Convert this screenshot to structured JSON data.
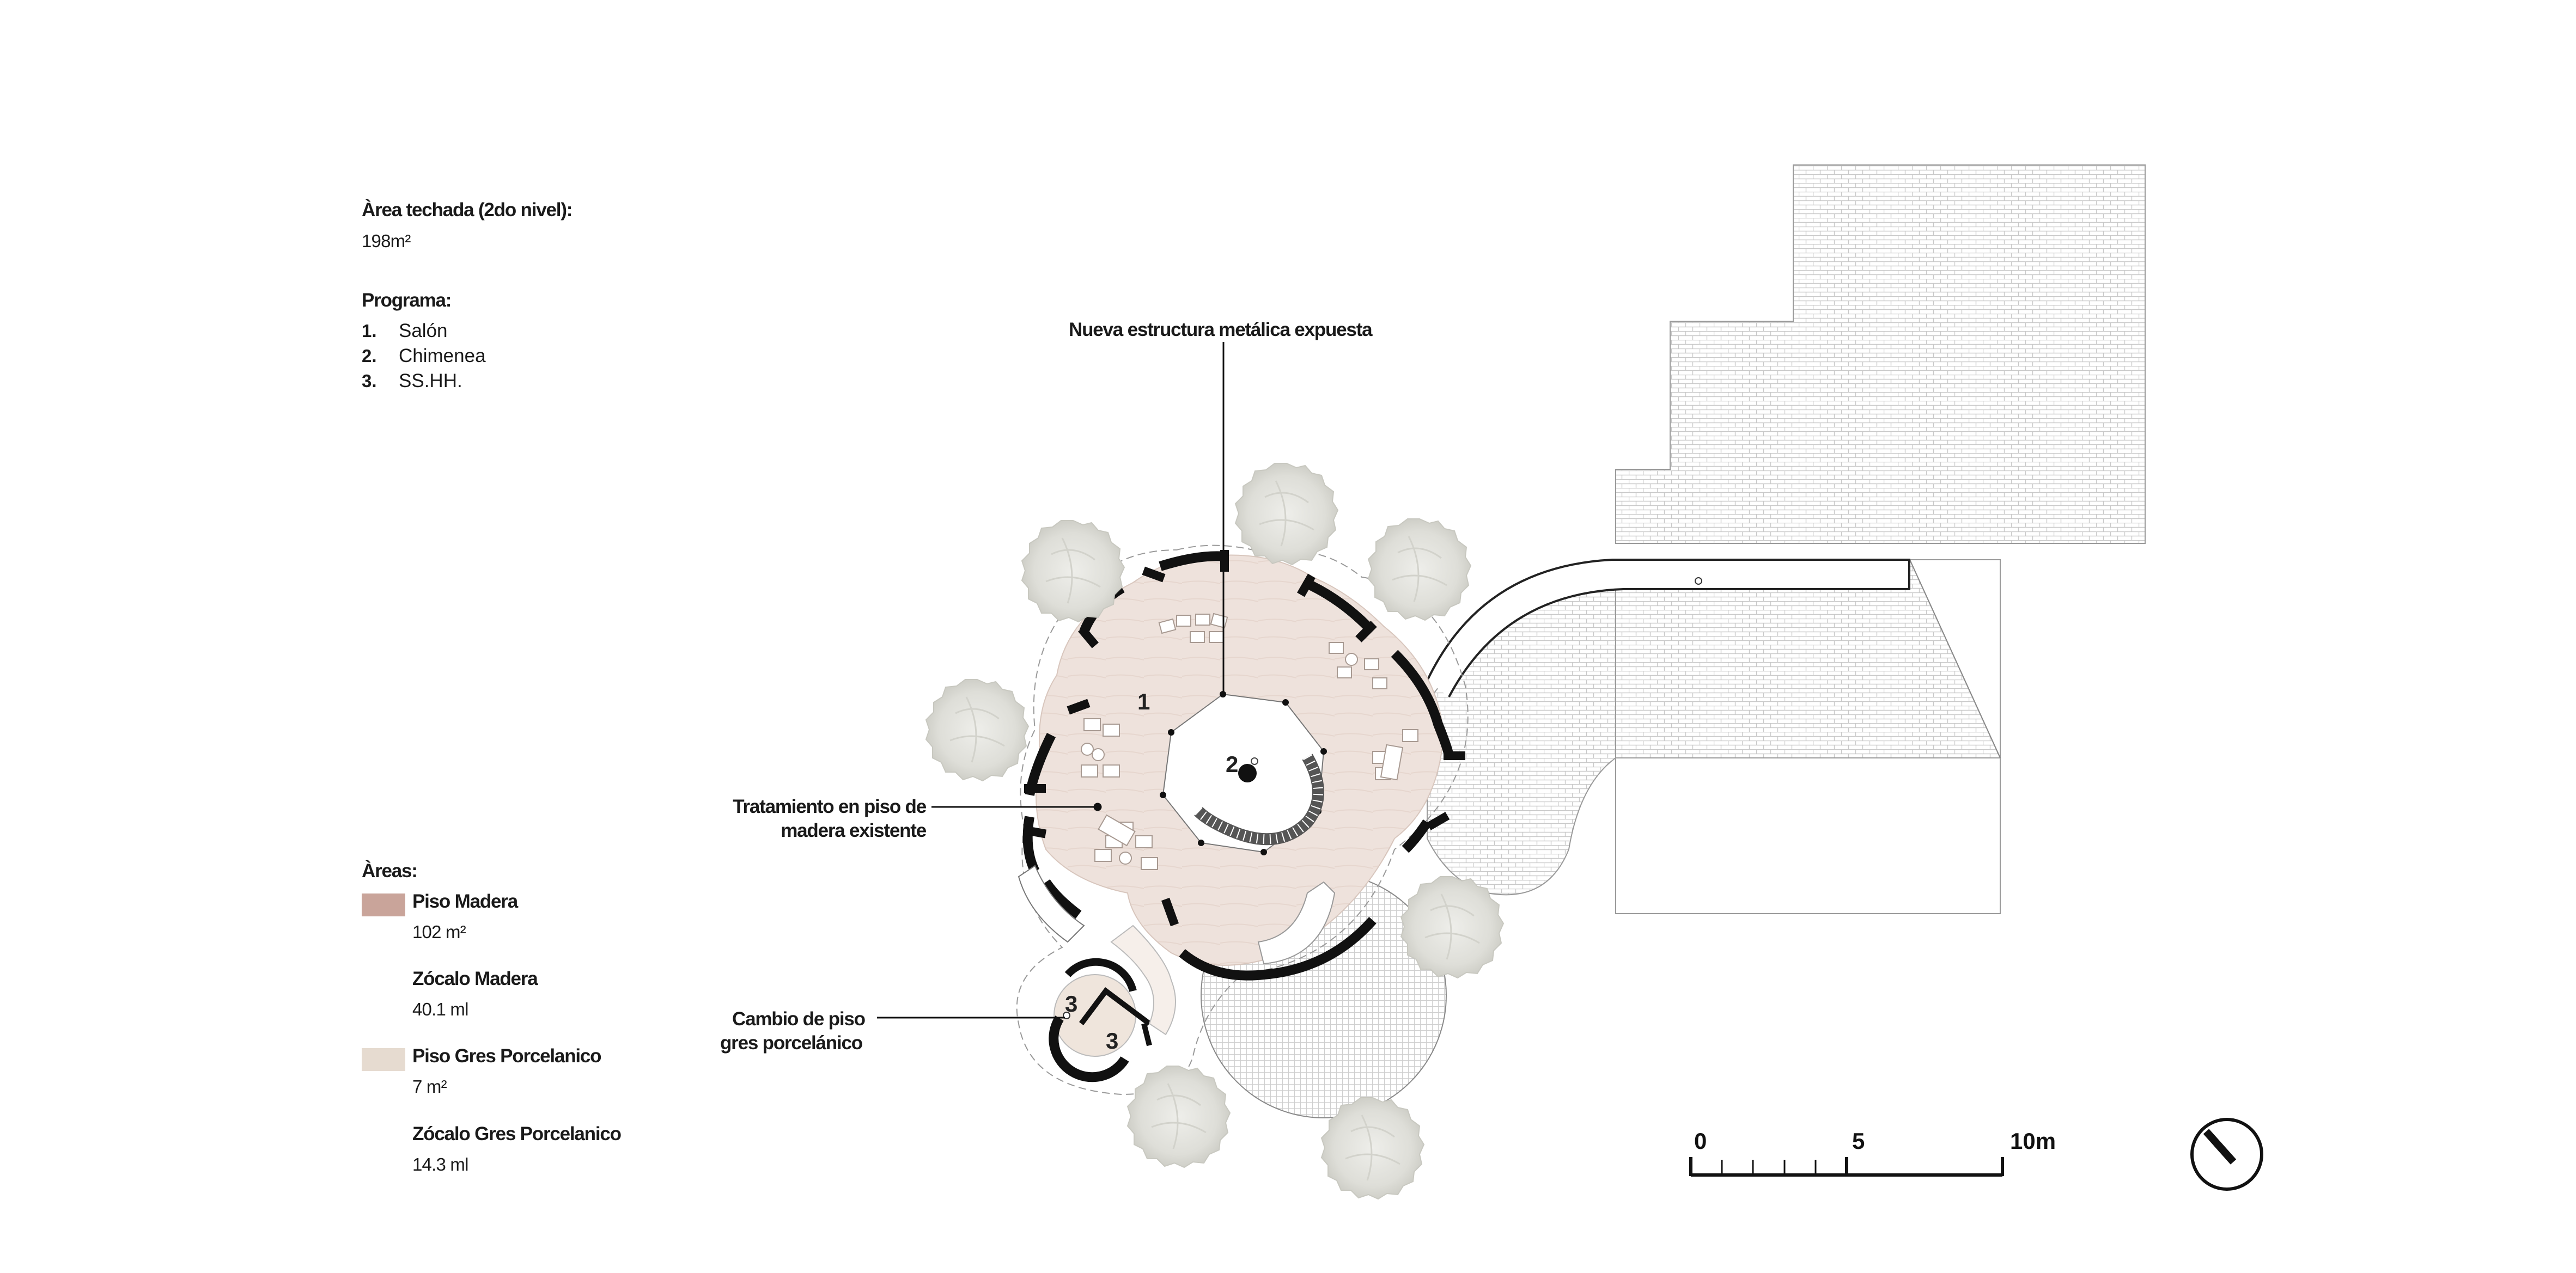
{
  "summary": {
    "roofed_area_label": "Àrea techada (2do nivel):",
    "roofed_area_value": "198m²"
  },
  "program": {
    "title": "Programa:",
    "items": [
      {
        "num": "1.",
        "label": "Salón"
      },
      {
        "num": "2.",
        "label": "Chimenea"
      },
      {
        "num": "3.",
        "label": "SS.HH."
      }
    ]
  },
  "areas": {
    "title": "Àreas:",
    "items": [
      {
        "name": "Piso Madera",
        "value": "102 m²",
        "swatch": "#c9a49a"
      },
      {
        "name": "Zócalo Madera",
        "value": "40.1 ml",
        "swatch": ""
      },
      {
        "name": "Piso Gres Porcelanico",
        "value": "7 m²",
        "swatch": "#e6dbd0"
      },
      {
        "name": "Zócalo Gres Porcelanico",
        "value": "14.3 ml",
        "swatch": ""
      }
    ]
  },
  "callouts": {
    "structure": "Nueva estructura metálica expuesta",
    "wood_floor_line1": "Tratamiento en piso de",
    "wood_floor_line2": "madera existente",
    "porcelain_line1": "Cambio de piso",
    "porcelain_line2": "gres porcelánico"
  },
  "plan_labels": {
    "room_salon": "1",
    "room_fireplace": "2",
    "room_bath_a": "3",
    "room_bath_b": "3"
  },
  "scale_bar": {
    "ticks": [
      "0",
      "5",
      "10m"
    ]
  },
  "colors": {
    "floor_wood": "#eee2dc",
    "floor_tile": "#efe5dc",
    "wall": "#111111",
    "tree": "#e3e3de"
  },
  "icons": {
    "north": "north-arrow-icon",
    "tree": "tree-icon"
  }
}
